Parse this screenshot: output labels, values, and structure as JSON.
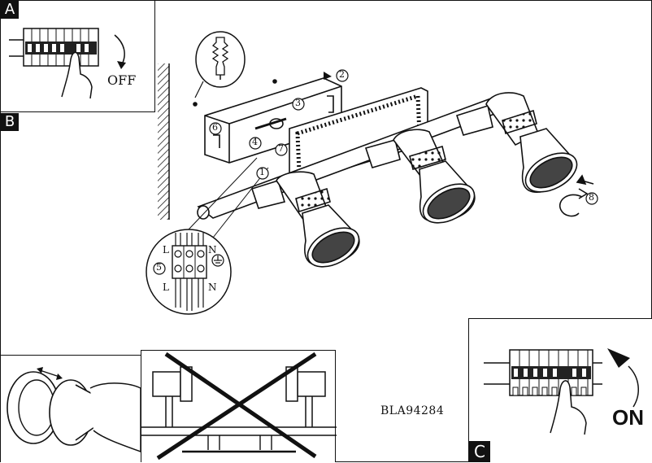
{
  "panels": {
    "a": {
      "tag": "A",
      "label": "OFF"
    },
    "b": {
      "tag": "B"
    },
    "c": {
      "tag": "C",
      "label": "ON"
    }
  },
  "main": {
    "steps": [
      "1",
      "2",
      "3",
      "4",
      "5",
      "6",
      "7",
      "8"
    ],
    "terminal": {
      "labels_top": [
        "L",
        "N"
      ],
      "labels_bottom": [
        "L",
        "N"
      ]
    }
  },
  "model_code": "BLA94284"
}
